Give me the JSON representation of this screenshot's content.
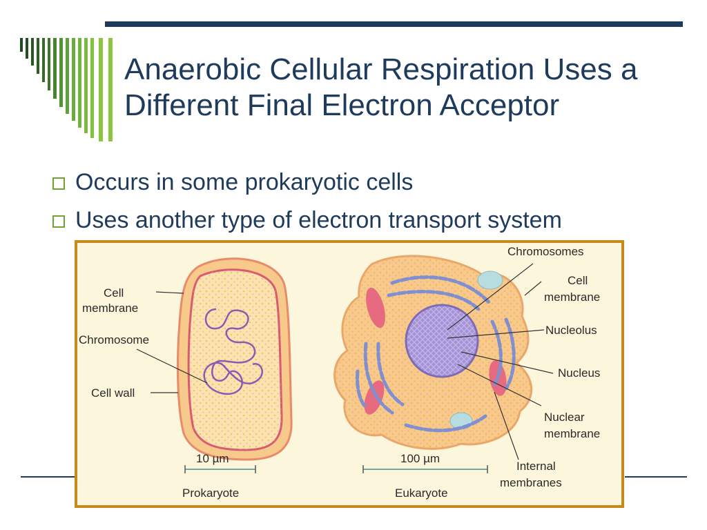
{
  "slide": {
    "title": "Anaerobic Cellular Respiration Uses a Different Final Electron Acceptor",
    "bullets": [
      "Occurs in some prokaryotic cells",
      "Uses another type of electron transport system"
    ]
  },
  "figure": {
    "prokaryote": {
      "labels": [
        "Cell membrane",
        "Chromosome",
        "Cell wall"
      ],
      "scale": "10 µm",
      "caption": "Prokaryote"
    },
    "eukaryote": {
      "labels": [
        "Chromosomes",
        "Cell membrane",
        "Nucleolus",
        "Nucleus",
        "Nuclear membrane",
        "Internal membranes"
      ],
      "scale": "100 µm",
      "caption": "Eukaryote"
    }
  },
  "colors": {
    "title": "#1f3b5c",
    "bullet_box": "#6fa332",
    "stripe_dark": "#1e4d1e",
    "stripe_light": "#8cc63f",
    "figure_frame": "#c8891a"
  }
}
